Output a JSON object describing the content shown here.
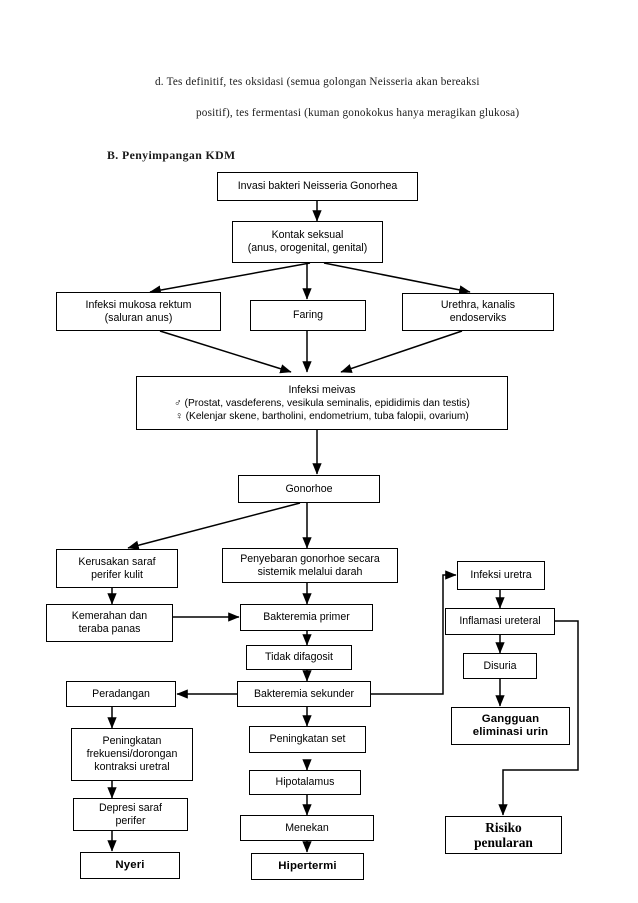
{
  "document": {
    "intro": {
      "line1": "d.   Tes definitif,  tes oksidasi  (semua golongan  Neisseria  akan bereaksi",
      "line2": "positif),  tes fermentasi  (kuman gonokokus  hanya meragikan  glukosa)"
    },
    "section_heading": "B.  Penyimpangan  KDM"
  },
  "diagram": {
    "type": "flowchart",
    "title": "Penyimpangan KDM",
    "nodes": [
      {
        "id": "invasi",
        "label": "Invasi bakteri Neisseria Gonorhea",
        "bold": false
      },
      {
        "id": "kontak",
        "label": "Kontak seksual\n(anus, orogenital, genital)",
        "bold": false
      },
      {
        "id": "rektum",
        "label": "Infeksi mukosa rektum\n(saluran anus)",
        "bold": false
      },
      {
        "id": "faring",
        "label": "Faring",
        "bold": false
      },
      {
        "id": "urethra",
        "label": "Urethra, kanalis\nendoserviks",
        "bold": false
      },
      {
        "id": "meivas_title",
        "label": "Infeksi meivas",
        "bold": false
      },
      {
        "id": "meivas_male",
        "label": "♂  (Prostat, vasdeferens, vesikula seminalis, epididimis dan testis)",
        "bold": false
      },
      {
        "id": "meivas_female",
        "label": "♀  (Kelenjar skene, bartholini, endometrium, tuba falopii, ovarium)",
        "bold": false
      },
      {
        "id": "gonorhoe",
        "label": "Gonorhoe",
        "bold": false
      },
      {
        "id": "kerusakan",
        "label": "Kerusakan saraf\nperifer kulit",
        "bold": false
      },
      {
        "id": "penyebaran",
        "label": "Penyebaran gonorhoe secara\nsistemik melalui darah",
        "bold": false
      },
      {
        "id": "infeksi_uretra",
        "label": "Infeksi uretra",
        "bold": false
      },
      {
        "id": "kemerahan",
        "label": "Kemerahan dan\nteraba panas",
        "bold": false
      },
      {
        "id": "bakt_primer",
        "label": "Bakteremia primer",
        "bold": false
      },
      {
        "id": "inflamasi",
        "label": "Inflamasi ureteral",
        "bold": false
      },
      {
        "id": "tidak_difagosit",
        "label": "Tidak difagosit",
        "bold": false
      },
      {
        "id": "disuria",
        "label": "Disuria",
        "bold": false
      },
      {
        "id": "peradangan",
        "label": "Peradangan",
        "bold": false
      },
      {
        "id": "bakt_sekunder",
        "label": "Bakteremia sekunder",
        "bold": false
      },
      {
        "id": "gangguan",
        "label": "Gangguan\neliminasi urin",
        "bold": true
      },
      {
        "id": "peningkatan_frek",
        "label": "Peningkatan\nfrekuensi/dorongan\nkontraksi uretral",
        "bold": false
      },
      {
        "id": "peningkatan_set",
        "label": "Peningkatan set",
        "bold": false
      },
      {
        "id": "hipotalamus",
        "label": "Hipotalamus",
        "bold": false
      },
      {
        "id": "depresi",
        "label": "Depresi saraf\nperifer",
        "bold": false
      },
      {
        "id": "menekan",
        "label": "Menekan",
        "bold": false
      },
      {
        "id": "risiko",
        "label": "Risiko\npenularan",
        "bold": true
      },
      {
        "id": "nyeri",
        "label": "Nyeri",
        "bold": true
      },
      {
        "id": "hipertermi",
        "label": "Hipertermi",
        "bold": true
      }
    ],
    "edges": [
      {
        "from": "invasi",
        "to": "kontak"
      },
      {
        "from": "kontak",
        "to": "rektum"
      },
      {
        "from": "kontak",
        "to": "faring"
      },
      {
        "from": "kontak",
        "to": "urethra"
      },
      {
        "from": "rektum",
        "to": "meivas"
      },
      {
        "from": "faring",
        "to": "meivas"
      },
      {
        "from": "urethra",
        "to": "meivas"
      },
      {
        "from": "meivas",
        "to": "gonorhoe"
      },
      {
        "from": "gonorhoe",
        "to": "kerusakan"
      },
      {
        "from": "gonorhoe",
        "to": "penyebaran"
      },
      {
        "from": "kerusakan",
        "to": "kemerahan"
      },
      {
        "from": "kemerahan",
        "to": "bakt_primer"
      },
      {
        "from": "penyebaran",
        "to": "bakt_primer"
      },
      {
        "from": "bakt_primer",
        "to": "tidak_difagosit"
      },
      {
        "from": "tidak_difagosit",
        "to": "bakt_sekunder"
      },
      {
        "from": "bakt_sekunder",
        "to": "peradangan"
      },
      {
        "from": "bakt_sekunder",
        "to": "infeksi_uretra"
      },
      {
        "from": "bakt_sekunder",
        "to": "peningkatan_set"
      },
      {
        "from": "infeksi_uretra",
        "to": "inflamasi"
      },
      {
        "from": "inflamasi",
        "to": "disuria"
      },
      {
        "from": "inflamasi",
        "to": "risiko"
      },
      {
        "from": "disuria",
        "to": "gangguan"
      },
      {
        "from": "peradangan",
        "to": "peningkatan_frek"
      },
      {
        "from": "peningkatan_frek",
        "to": "depresi"
      },
      {
        "from": "depresi",
        "to": "nyeri"
      },
      {
        "from": "peningkatan_set",
        "to": "hipotalamus"
      },
      {
        "from": "hipotalamus",
        "to": "menekan"
      },
      {
        "from": "menekan",
        "to": "hipertermi"
      }
    ]
  }
}
